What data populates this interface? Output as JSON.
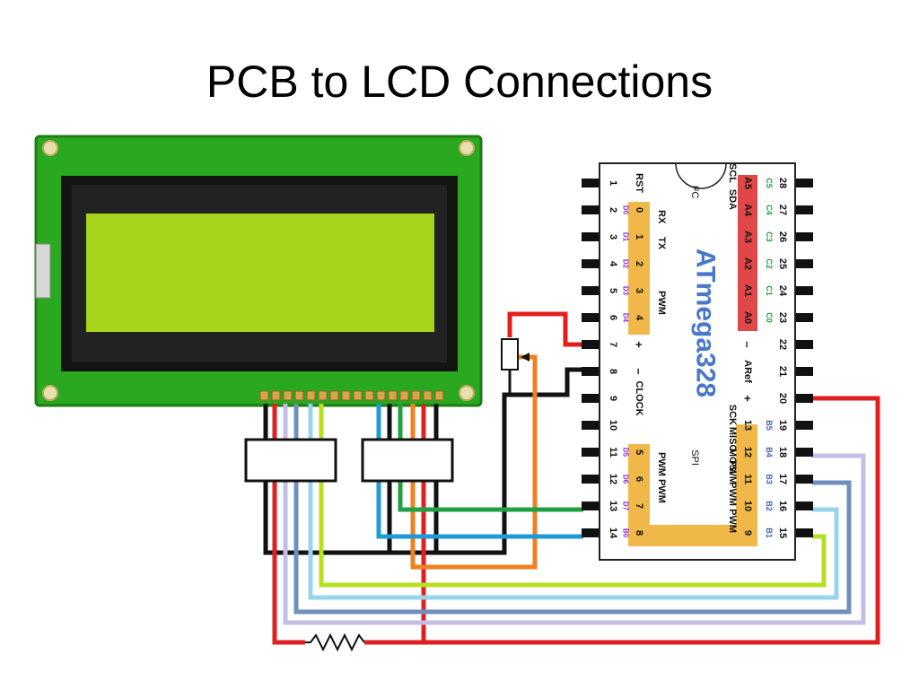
{
  "slide": {
    "title": "PCB to LCD Connections"
  },
  "chip": {
    "name": "ATmega328",
    "i2c_label": "I²C",
    "spi_label": "SPI",
    "left_pins": [
      {
        "num": "1",
        "func": "RST",
        "port": "",
        "d": "",
        "extra": ""
      },
      {
        "num": "2",
        "func": "",
        "port": "0",
        "d": "D0",
        "extra": "RX"
      },
      {
        "num": "3",
        "func": "",
        "port": "1",
        "d": "D1",
        "extra": "TX"
      },
      {
        "num": "4",
        "func": "",
        "port": "2",
        "d": "D2",
        "extra": ""
      },
      {
        "num": "5",
        "func": "",
        "port": "3",
        "d": "D3",
        "extra": "PWM"
      },
      {
        "num": "6",
        "func": "",
        "port": "4",
        "d": "D4",
        "extra": ""
      },
      {
        "num": "7",
        "func": "+",
        "port": "",
        "d": "",
        "extra": ""
      },
      {
        "num": "8",
        "func": "–",
        "port": "",
        "d": "",
        "extra": ""
      },
      {
        "num": "9",
        "func": "CLOCK",
        "port": "",
        "d": "",
        "extra": ""
      },
      {
        "num": "10",
        "func": "",
        "port": "",
        "d": "",
        "extra": ""
      },
      {
        "num": "11",
        "func": "",
        "port": "5",
        "d": "D5",
        "extra": "PWM"
      },
      {
        "num": "12",
        "func": "",
        "port": "6",
        "d": "D6",
        "extra": "PWM"
      },
      {
        "num": "13",
        "func": "",
        "port": "7",
        "d": "D7",
        "extra": ""
      },
      {
        "num": "14",
        "func": "",
        "port": "8",
        "d": "B0",
        "extra": ""
      }
    ],
    "right_pins": [
      {
        "num": "28",
        "func": "SCL",
        "port": "A5",
        "c": "C5"
      },
      {
        "num": "27",
        "func": "SDA",
        "port": "A4",
        "c": "C4"
      },
      {
        "num": "26",
        "func": "",
        "port": "A3",
        "c": "C3"
      },
      {
        "num": "25",
        "func": "",
        "port": "A2",
        "c": "C2"
      },
      {
        "num": "24",
        "func": "",
        "port": "A1",
        "c": "C1"
      },
      {
        "num": "23",
        "func": "",
        "port": "A0",
        "c": "C0"
      },
      {
        "num": "22",
        "func": "–",
        "port": "",
        "c": ""
      },
      {
        "num": "21",
        "func": "ARef",
        "port": "",
        "c": ""
      },
      {
        "num": "20",
        "func": "+",
        "port": "",
        "c": ""
      },
      {
        "num": "19",
        "func": "SCK",
        "port": "13",
        "c": "B5"
      },
      {
        "num": "18",
        "func": "MISO",
        "port": "12",
        "c": "B4"
      },
      {
        "num": "17",
        "func": "MOSI PWM",
        "port": "11",
        "c": "B3"
      },
      {
        "num": "16",
        "func": "PWM",
        "port": "10",
        "c": "B2"
      },
      {
        "num": "15",
        "func": "PWM",
        "port": "9",
        "c": "B1"
      }
    ]
  },
  "colors": {
    "pcb": "#2aa81f",
    "lcd_screen": "#a6d41a",
    "bezel": "#141414",
    "port_highlight": "#f0b848",
    "analog_highlight": "#e04848",
    "wire_red": "#e02020",
    "wire_black": "#111111",
    "wire_orange": "#f08020",
    "wire_green": "#20a040",
    "wire_blue": "#1f9ad6",
    "wire_lime": "#b4e020",
    "wire_lightblue": "#98d4ea",
    "wire_steel": "#6f8fbf",
    "wire_lavender": "#c4bde6"
  }
}
